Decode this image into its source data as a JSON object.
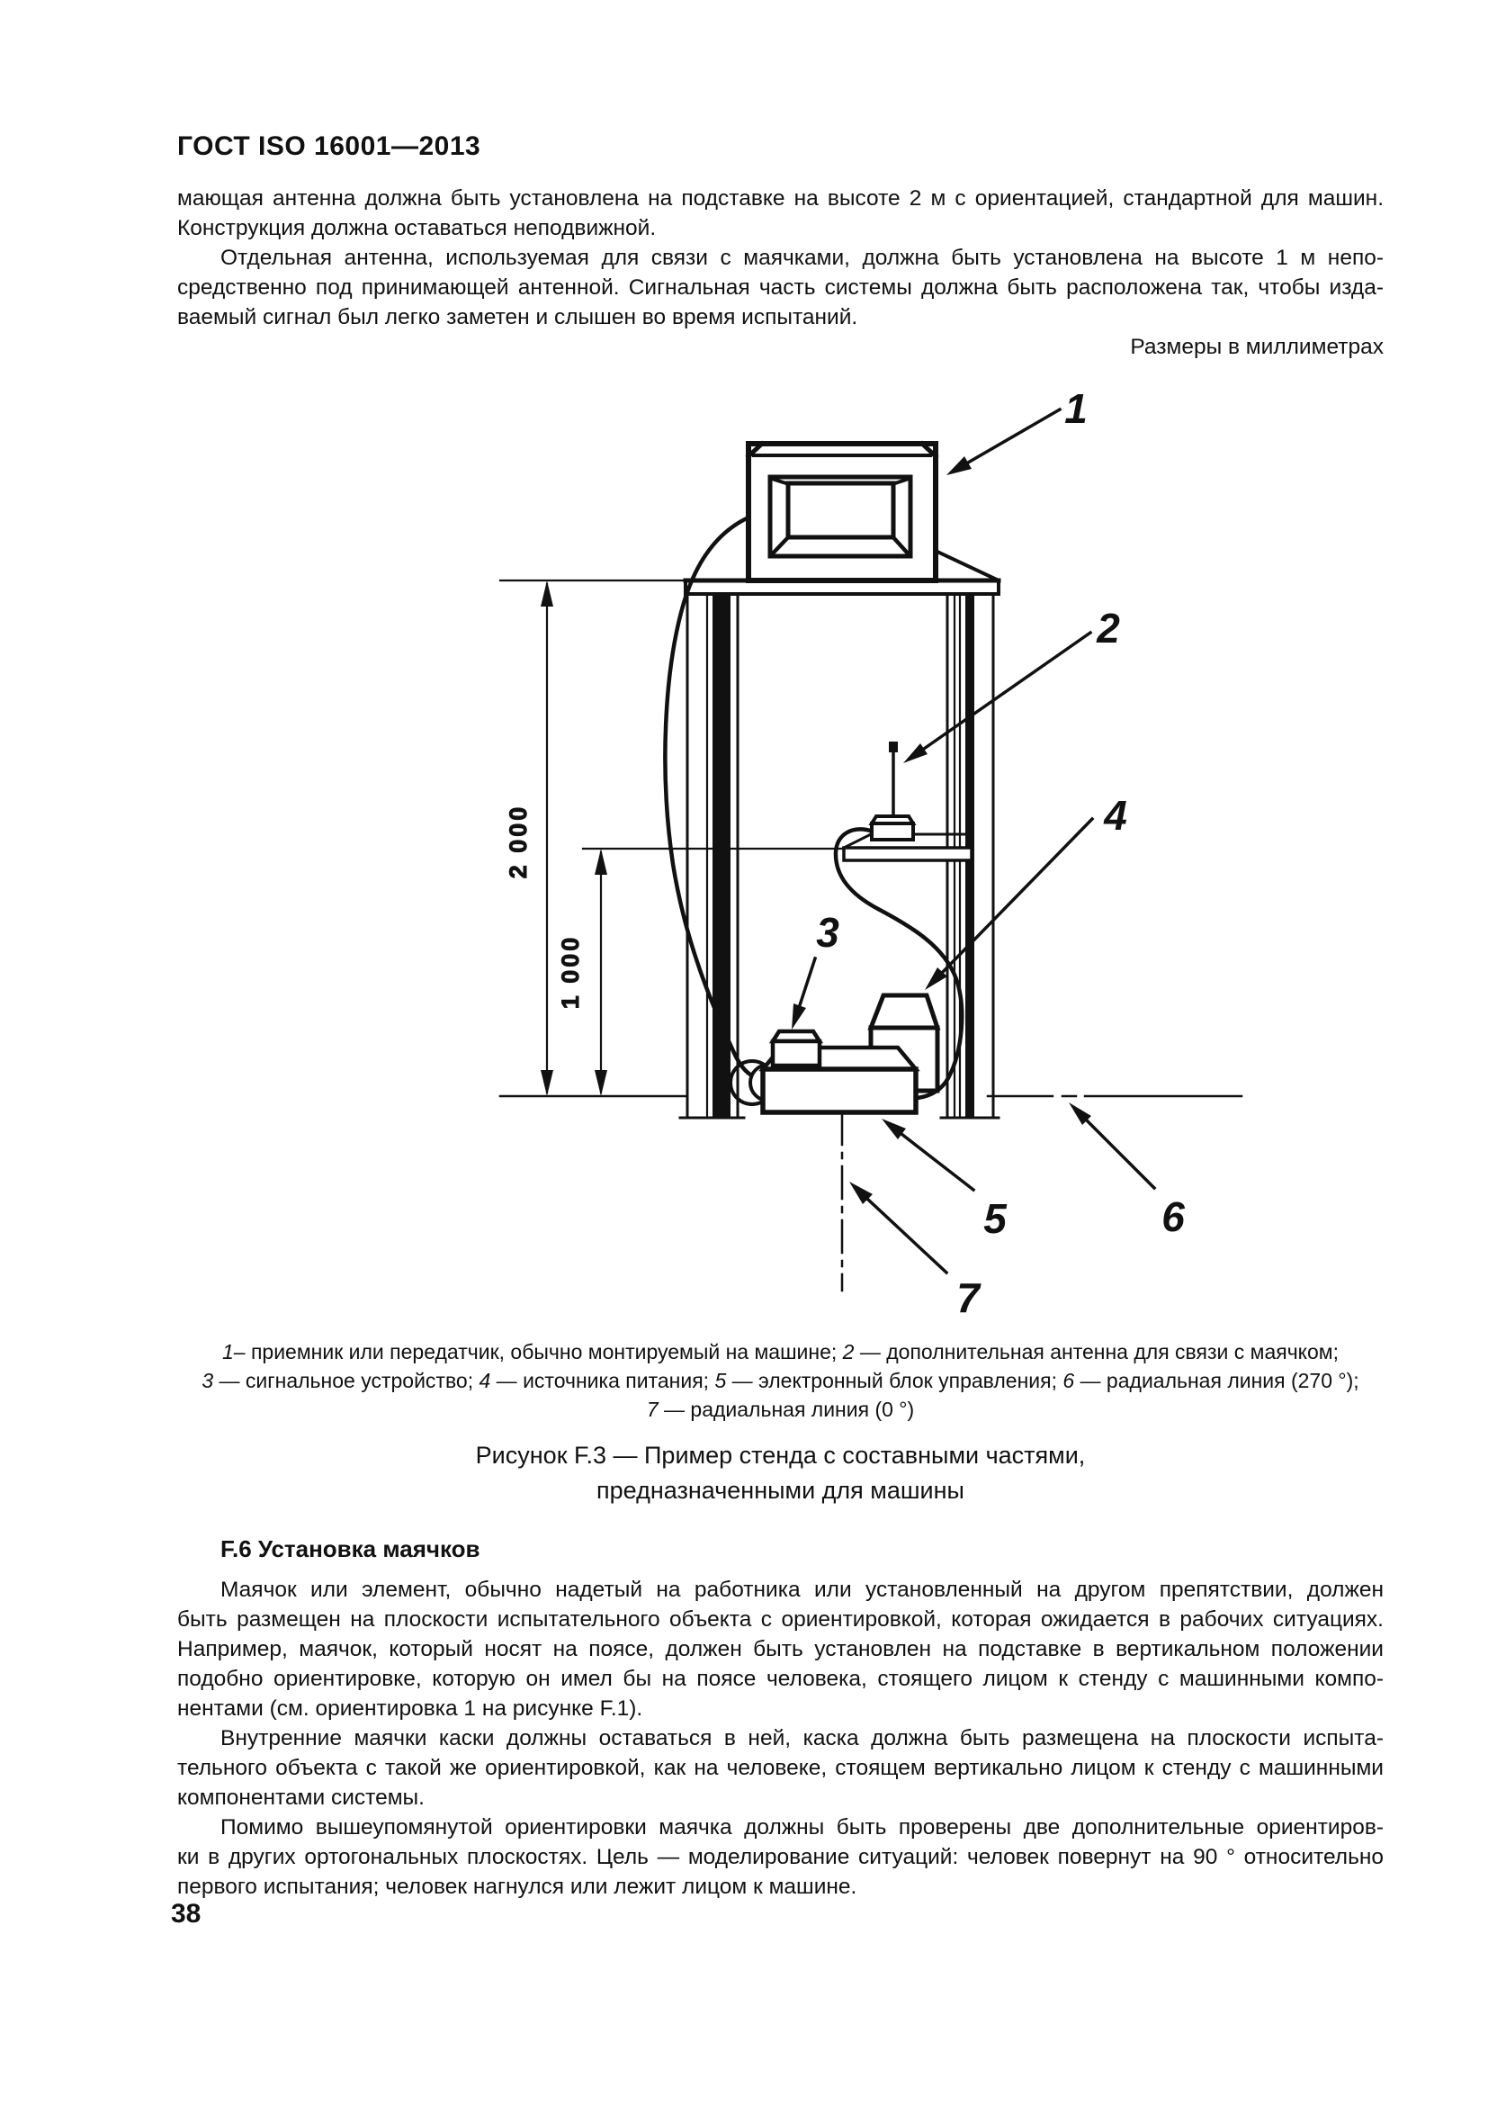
{
  "page": {
    "header": "ГОСТ ISO 16001—2013",
    "page_number": "38",
    "dimensions_note": "Размеры в миллиметрах"
  },
  "intro": {
    "p1": [
      "мающая антенна должна быть установлена на подставке на высоте 2 м с ориентацией, стандартной для машин.",
      "Конструкция должна оставаться неподвижной."
    ],
    "p2": [
      "Отдельная антенна, используемая для связи с маячками, должна быть установлена на высоте 1 м непо-",
      "средственно под принимающей антенной. Сигнальная часть системы должна быть расположена так, чтобы изда-",
      "ваемый сигнал был легко заметен и слышен во время испытаний."
    ]
  },
  "figure": {
    "dims": {
      "d2000": "2 000",
      "d1000": "1 000"
    },
    "callouts": {
      "c1": "1",
      "c2": "2",
      "c3": "3",
      "c4": "4",
      "c5": "5",
      "c6": "6",
      "c7": "7"
    },
    "caption": {
      "line1": [
        {
          "i": "1"
        },
        {
          "t": "– приемник или передатчик, обычно монтируемый на машине; "
        },
        {
          "i": "2"
        },
        {
          "t": " — дополнительная антенна для связи с маячком;"
        }
      ],
      "line2": [
        {
          "i": "3"
        },
        {
          "t": " — сигнальное устройство; "
        },
        {
          "i": "4"
        },
        {
          "t": " — источника питания; "
        },
        {
          "i": "5"
        },
        {
          "t": " — электронный блок управления; "
        },
        {
          "i": "6"
        },
        {
          "t": " — радиальная линия (270 °);"
        }
      ],
      "line3": [
        {
          "i": "7"
        },
        {
          "t": " — радиальная линия (0 °)"
        }
      ]
    },
    "title_line1": "Рисунок F.3 — Пример стенда с составными частями,",
    "title_line2": "предназначенными для машины"
  },
  "f6": {
    "heading": "F.6 Установка маячков",
    "p1": [
      "Маячок или элемент, обычно надетый на работника или установленный на другом препятствии, должен",
      "быть размещен на плоскости испытательного объекта с ориентировкой, которая ожидается в рабочих ситуациях.",
      "Например, маячок, который носят на поясе, должен быть установлен на подставке в вертикальном положении",
      "подобно ориентировке, которую он имел бы на поясе человека, стоящего лицом к стенду с машинными компо-",
      "нентами (см. ориентировка 1 на рисунке F.1)."
    ],
    "p2": [
      "Внутренние маячки каски должны оставаться в ней, каска должна быть размещена на плоскости испыта-",
      "тельного объекта с такой же ориентировкой, как на человеке, стоящем вертикально лицом к стенду с машинными",
      "компонентами системы."
    ],
    "p3": [
      "Помимо вышеупомянутой ориентировки маячка должны быть проверены две дополнительные ориентиров-",
      "ки в других ортогональных плоскостях. Цель — моделирование ситуаций: человек повернут на 90 ° относительно",
      "первого испытания; человек нагнулся или лежит лицом к машине."
    ]
  }
}
